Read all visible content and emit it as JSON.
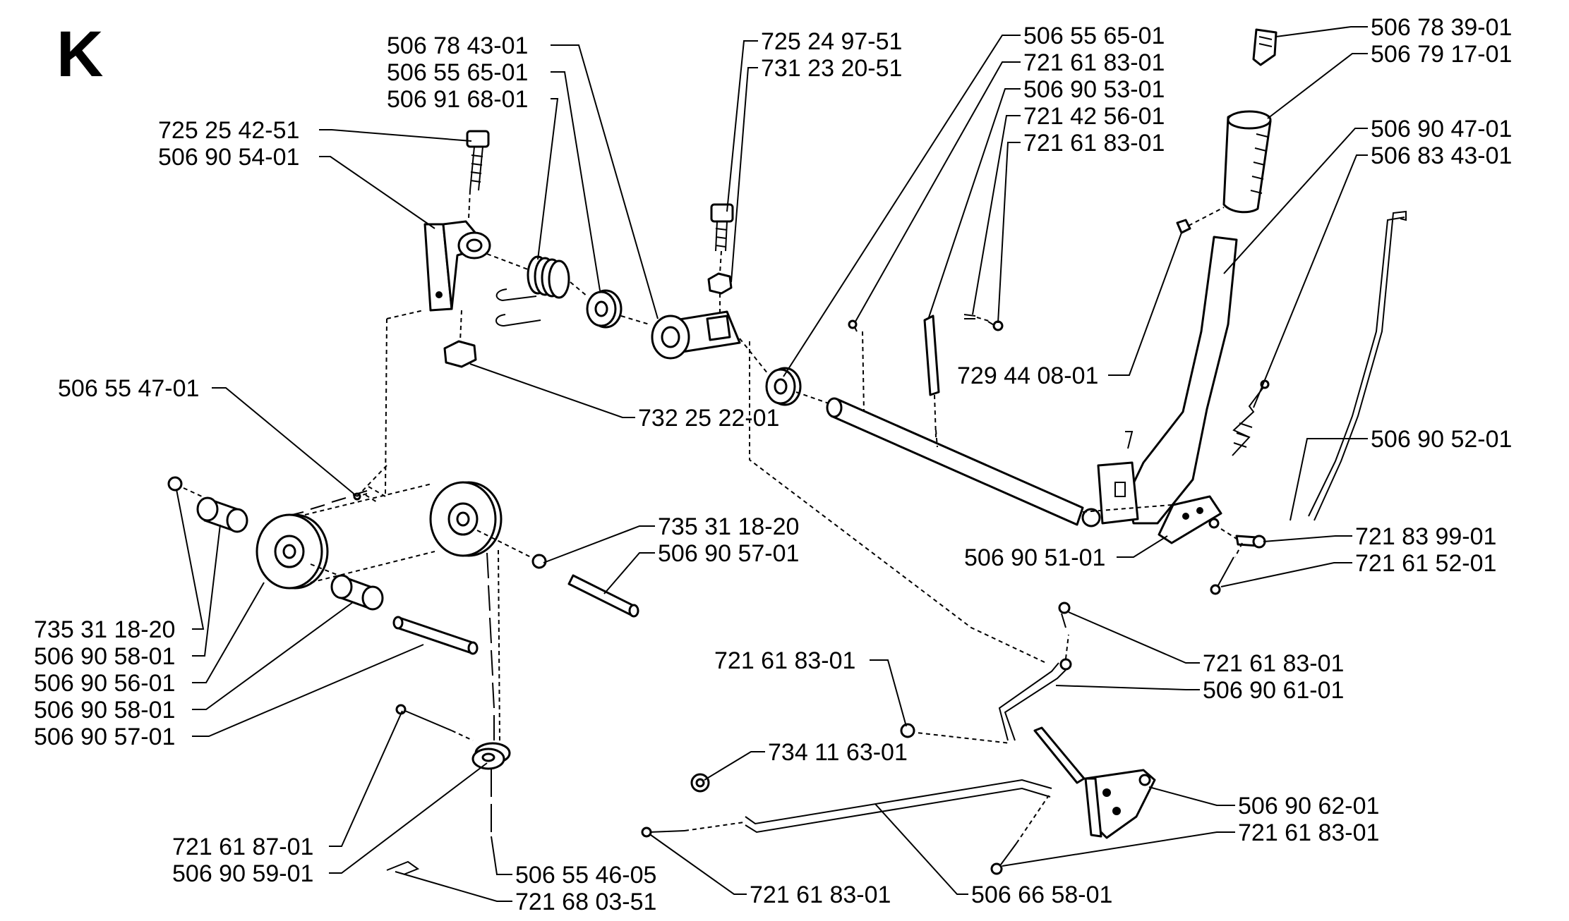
{
  "figure": {
    "letter": "K"
  },
  "part_labels": [
    "506 78 43-01",
    "506 55 65-01",
    "506 91 68-01",
    "725 25 42-51",
    "506 90 54-01",
    "725 24 97-51",
    "731 23 20-51",
    "506 55 65-01",
    "721 61 83-01",
    "506 90 53-01",
    "721 42 56-01",
    "721 61 83-01",
    "506 78 39-01",
    "506 79 17-01",
    "506 90 47-01",
    "506 83 43-01",
    "729 44 08-01",
    "506 55 47-01",
    "732 25 22-01",
    "506 90 52-01",
    "735 31 18-20",
    "506 90 57-01",
    "506 90 51-01",
    "721 83 99-01",
    "721 61 52-01",
    "735 31 18-20",
    "506 90 58-01",
    "506 90 56-01",
    "506 90 58-01",
    "506 90 57-01",
    "721 61 83-01",
    "721 61 83-01",
    "506 90 61-01",
    "734 11 63-01",
    "721 61 87-01",
    "506 90 59-01",
    "506 90 62-01",
    "721 61 83-01",
    "506 55 46-05",
    "721 68 03-51",
    "721 61 83-01",
    "506 66 58-01"
  ]
}
